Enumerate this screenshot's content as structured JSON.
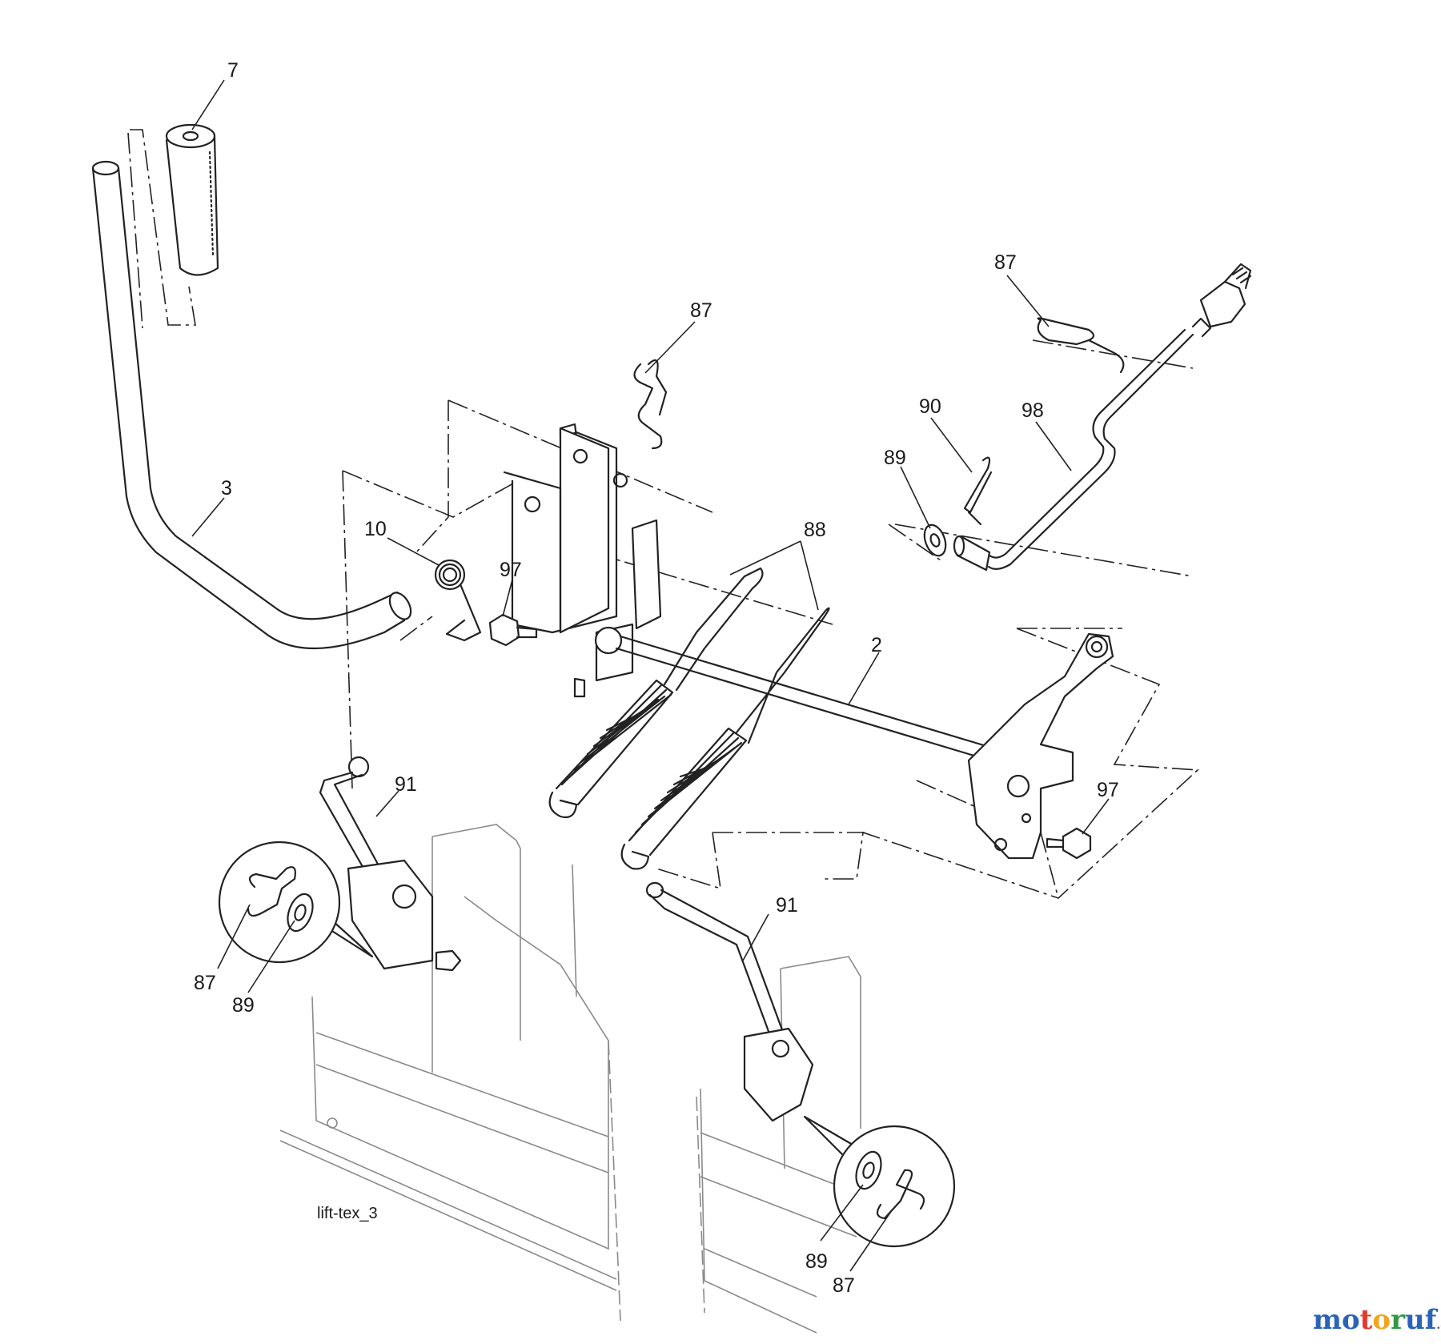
{
  "diagram": {
    "caption": "lift-tex_3",
    "watermark": {
      "brand": "motoruf",
      "suffix": ".de",
      "colors": [
        "#2b63b8",
        "#e23b2e",
        "#f2a51d",
        "#2f9a3f"
      ]
    },
    "callouts": [
      {
        "id": "c7",
        "label": "7"
      },
      {
        "id": "c3",
        "label": "3"
      },
      {
        "id": "c10",
        "label": "10"
      },
      {
        "id": "c97a",
        "label": "97"
      },
      {
        "id": "c87a",
        "label": "87"
      },
      {
        "id": "c88",
        "label": "88"
      },
      {
        "id": "c87b",
        "label": "87"
      },
      {
        "id": "c90",
        "label": "90"
      },
      {
        "id": "c98",
        "label": "98"
      },
      {
        "id": "c89a",
        "label": "89"
      },
      {
        "id": "c2",
        "label": "2"
      },
      {
        "id": "c97b",
        "label": "97"
      },
      {
        "id": "c91a",
        "label": "91"
      },
      {
        "id": "c87c",
        "label": "87"
      },
      {
        "id": "c89b",
        "label": "89"
      },
      {
        "id": "c91b",
        "label": "91"
      },
      {
        "id": "c89c",
        "label": "89"
      },
      {
        "id": "c87d",
        "label": "87"
      }
    ]
  }
}
